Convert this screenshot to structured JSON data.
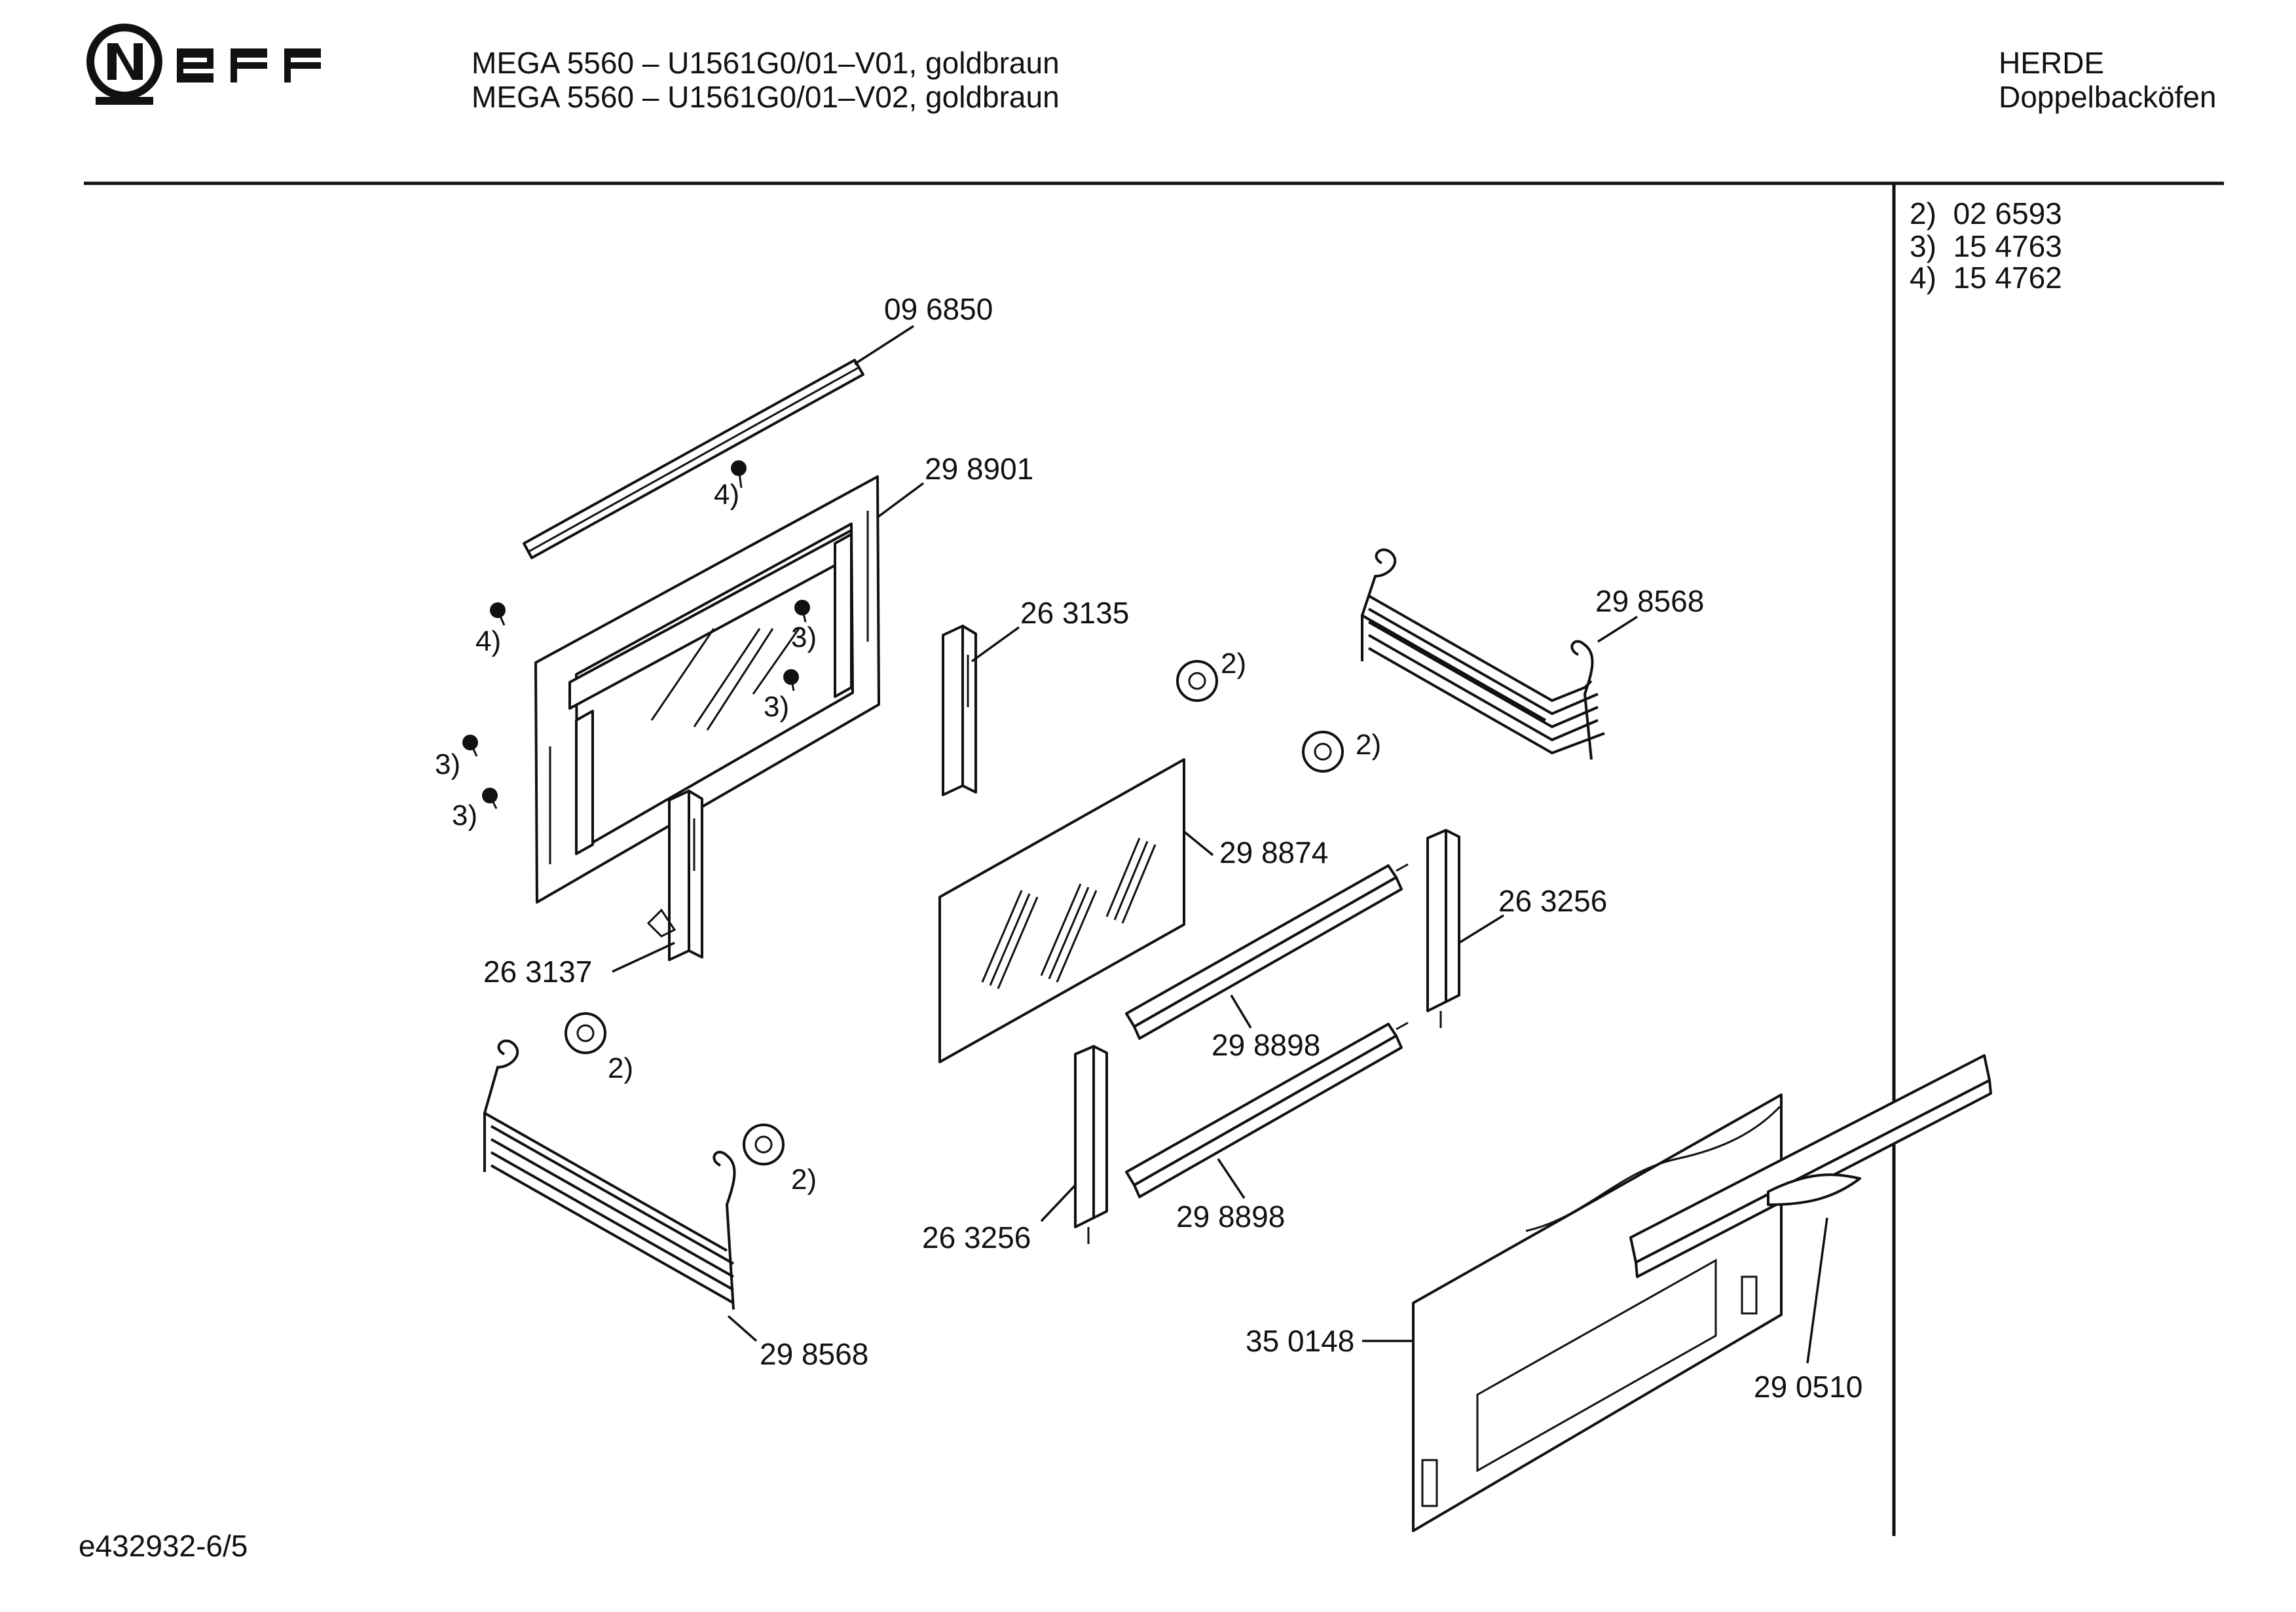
{
  "brand": {
    "logo_text": "NEFF",
    "icon": "neff-logo-icon"
  },
  "header": {
    "model_lines": [
      "MEGA 5560 – U1561G0/01–V01, goldbraun",
      "MEGA 5560 – U1561G0/01–V02, goldbraun"
    ],
    "category": "HERDE",
    "subcategory": "Doppelbacköfen"
  },
  "legend": {
    "entries": [
      "2)  02 6593",
      "3)  15 4763",
      "4)  15 4762"
    ]
  },
  "callouts": {
    "p096850": "09 6850",
    "p298901": "29 8901",
    "p263135": "26 3135",
    "p298568_top": "29 8568",
    "p298874": "29 8874",
    "p263256_right": "26 3256",
    "p263137": "26 3137",
    "p298898_upper": "29 8898",
    "p298898_lower": "29 8898",
    "p263256_left": "26 3256",
    "p350148": "35 0148",
    "p290510": "29 0510",
    "p298568_bottom": "29 8568"
  },
  "refs": {
    "r4_a": "4)",
    "r4_b": "4)",
    "r3_a": "3)",
    "r3_b": "3)",
    "r3_c": "3)",
    "r3_d": "3)",
    "r2_a": "2)",
    "r2_b": "2)",
    "r2_c": "2)",
    "r2_d": "2)"
  },
  "footer": {
    "drawing_id": "e432932-6/5"
  }
}
